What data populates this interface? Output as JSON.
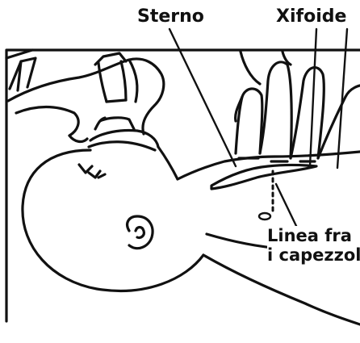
{
  "labels": {
    "sterno": "Sterno",
    "xifoide": "Xifoide",
    "linea_line1": "Linea fra",
    "linea_line2": "i capezzoli"
  },
  "colors": {
    "ink": "#111111",
    "background": "#ffffff"
  }
}
